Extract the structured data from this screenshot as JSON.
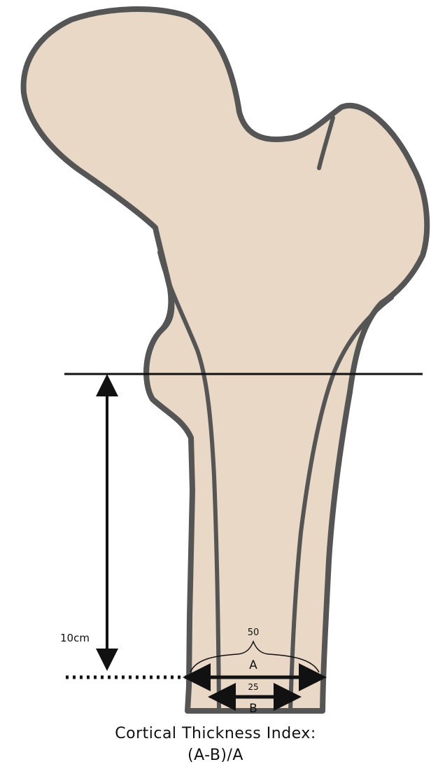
{
  "diagram": {
    "distance_label": "10cm",
    "outer_width_value": "50",
    "outer_width_letter": "A",
    "inner_width_value": "25",
    "inner_width_letter": "B",
    "caption_title": "Cortical Thickness Index:",
    "caption_formula": "(A-B)/A"
  },
  "colors": {
    "bone_fill": "#e8d8c5",
    "bone_outline": "#555555",
    "annotation": "#111111"
  }
}
